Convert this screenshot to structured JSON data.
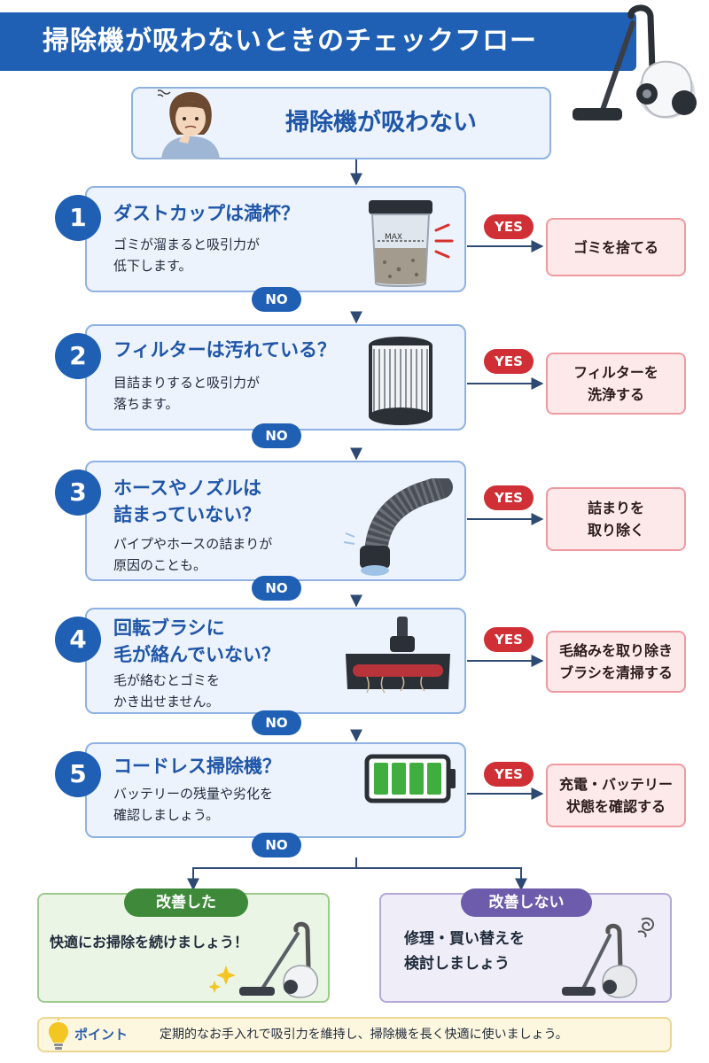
{
  "header": {
    "title": "掃除機が吸わないときのチェックフロー"
  },
  "start": {
    "label": "掃除機が吸わない"
  },
  "steps": [
    {
      "number": "1",
      "question_line1": "ダストカップは満杯？",
      "question_line2": "",
      "desc_line1": "ゴミが溜まると吸引力が",
      "desc_line2": "低下します。",
      "yes": "YES",
      "no": "NO",
      "action_line1": "ゴミを捨てる",
      "action_line2": "",
      "image_label": "MAX"
    },
    {
      "number": "2",
      "question_line1": "フィルターは汚れている？",
      "question_line2": "",
      "desc_line1": "目詰まりすると吸引力が",
      "desc_line2": "落ちます。",
      "yes": "YES",
      "no": "NO",
      "action_line1": "フィルターを",
      "action_line2": "洗浄する"
    },
    {
      "number": "3",
      "question_line1": "ホースやノズルは",
      "question_line2": "詰まっていない？",
      "desc_line1": "パイプやホースの詰まりが",
      "desc_line2": "原因のことも。",
      "yes": "YES",
      "no": "NO",
      "action_line1": "詰まりを",
      "action_line2": "取り除く"
    },
    {
      "number": "4",
      "question_line1": "回転ブラシに",
      "question_line2": "毛が絡んでいない？",
      "desc_line1": "毛が絡むとゴミを",
      "desc_line2": "かき出せません。",
      "yes": "YES",
      "no": "NO",
      "action_line1": "毛絡みを取り除き",
      "action_line2": "ブラシを清掃する"
    },
    {
      "number": "5",
      "question_line1": "コードレス掃除機？",
      "question_line2": "",
      "desc_line1": "バッテリーの残量や劣化を",
      "desc_line2": "確認しましょう。",
      "yes": "YES",
      "no": "NO",
      "action_line1": "充電・バッテリー",
      "action_line2": "状態を確認する"
    }
  ],
  "results": {
    "good": {
      "badge": "改善した",
      "text": "快適にお掃除を続けましょう！"
    },
    "bad": {
      "badge": "改善しない",
      "text_line1": "修理・買い替えを",
      "text_line2": "検討しましょう"
    }
  },
  "point": {
    "label": "ポイント",
    "text": "定期的なお手入れで吸引力を維持し、掃除機を長く快適に使いましょう。"
  },
  "colors": {
    "primary": "#1f5fb4",
    "yes": "#cf2f35",
    "good": "#3f8a3a",
    "bad": "#6d5bab"
  }
}
